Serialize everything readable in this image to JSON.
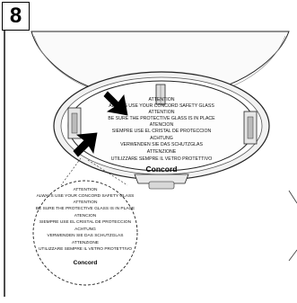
{
  "step": {
    "number": "8"
  },
  "label_text": {
    "lines": [
      "ATTENTION",
      "ALWAYS USE YOUR CONCORD SAFETY GLASS",
      "ATTENTION",
      "BE SURE THE PROTECTIVE GLASS IS IN PLACE",
      "ATENCION",
      "SIEMPRE USE EL CRISTAL DE PROTECCION",
      "ACHTUNG",
      "VERWENDEN SIE DAS SCHUTZGLAS",
      "ATTENZIONE",
      "UTILIZZARE SEMPRE IL VETRO PROTETTIVO"
    ],
    "brand": "Concord"
  },
  "icons": {
    "arrow_upper": "pointing-arrow-icon",
    "arrow_lower": "pointing-arrow-icon",
    "magnifier": "magnified-detail-icon"
  }
}
